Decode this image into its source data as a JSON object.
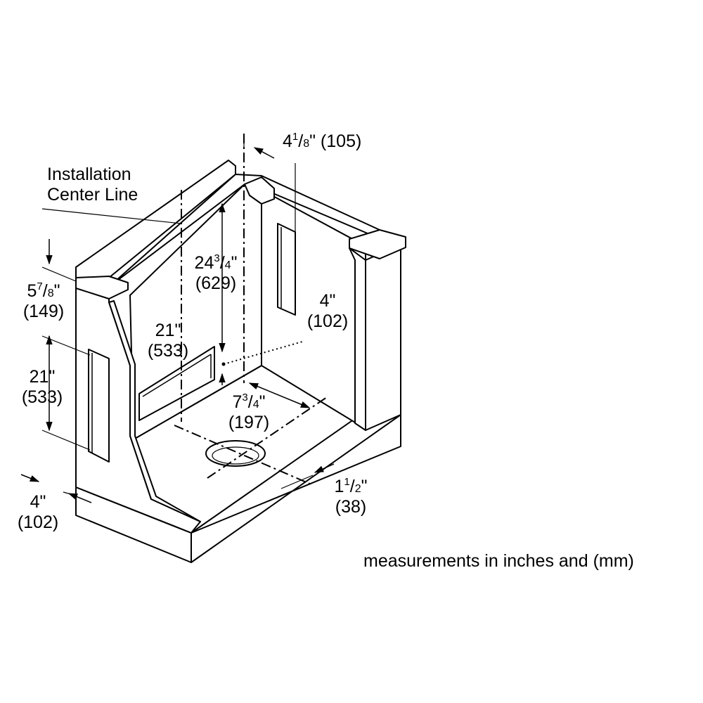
{
  "labels": {
    "center_line": [
      "Installation",
      "Center Line"
    ],
    "top_offset": {
      "whole": "4",
      "num": "1",
      "den": "8",
      "tail": "\" (105)"
    },
    "height_upper": {
      "whole": "24",
      "num": "3",
      "den": "4",
      "tail": "\"",
      "mm": "(629)"
    },
    "back_width": {
      "inch": "21\"",
      "mm": "(533)"
    },
    "side_height": {
      "whole": "5",
      "num": "7",
      "den": "8",
      "tail": "\"",
      "mm": "(149)"
    },
    "side_width": {
      "inch": "21\"",
      "mm": "(533)"
    },
    "right_offset": {
      "inch": "4\"",
      "mm": "(102)"
    },
    "floor_offset": {
      "whole": "7",
      "num": "3",
      "den": "4",
      "tail": "\"",
      "mm": "(197)"
    },
    "front_offset": {
      "inch": "4\"",
      "mm": "(102)"
    },
    "edge_offset": {
      "whole": "1",
      "num": "1",
      "den": "2",
      "tail": "\"",
      "mm": "(38)"
    }
  },
  "note": "measurements in inches and (mm)",
  "colors": {
    "ink": "#000000",
    "paper": "#ffffff"
  }
}
